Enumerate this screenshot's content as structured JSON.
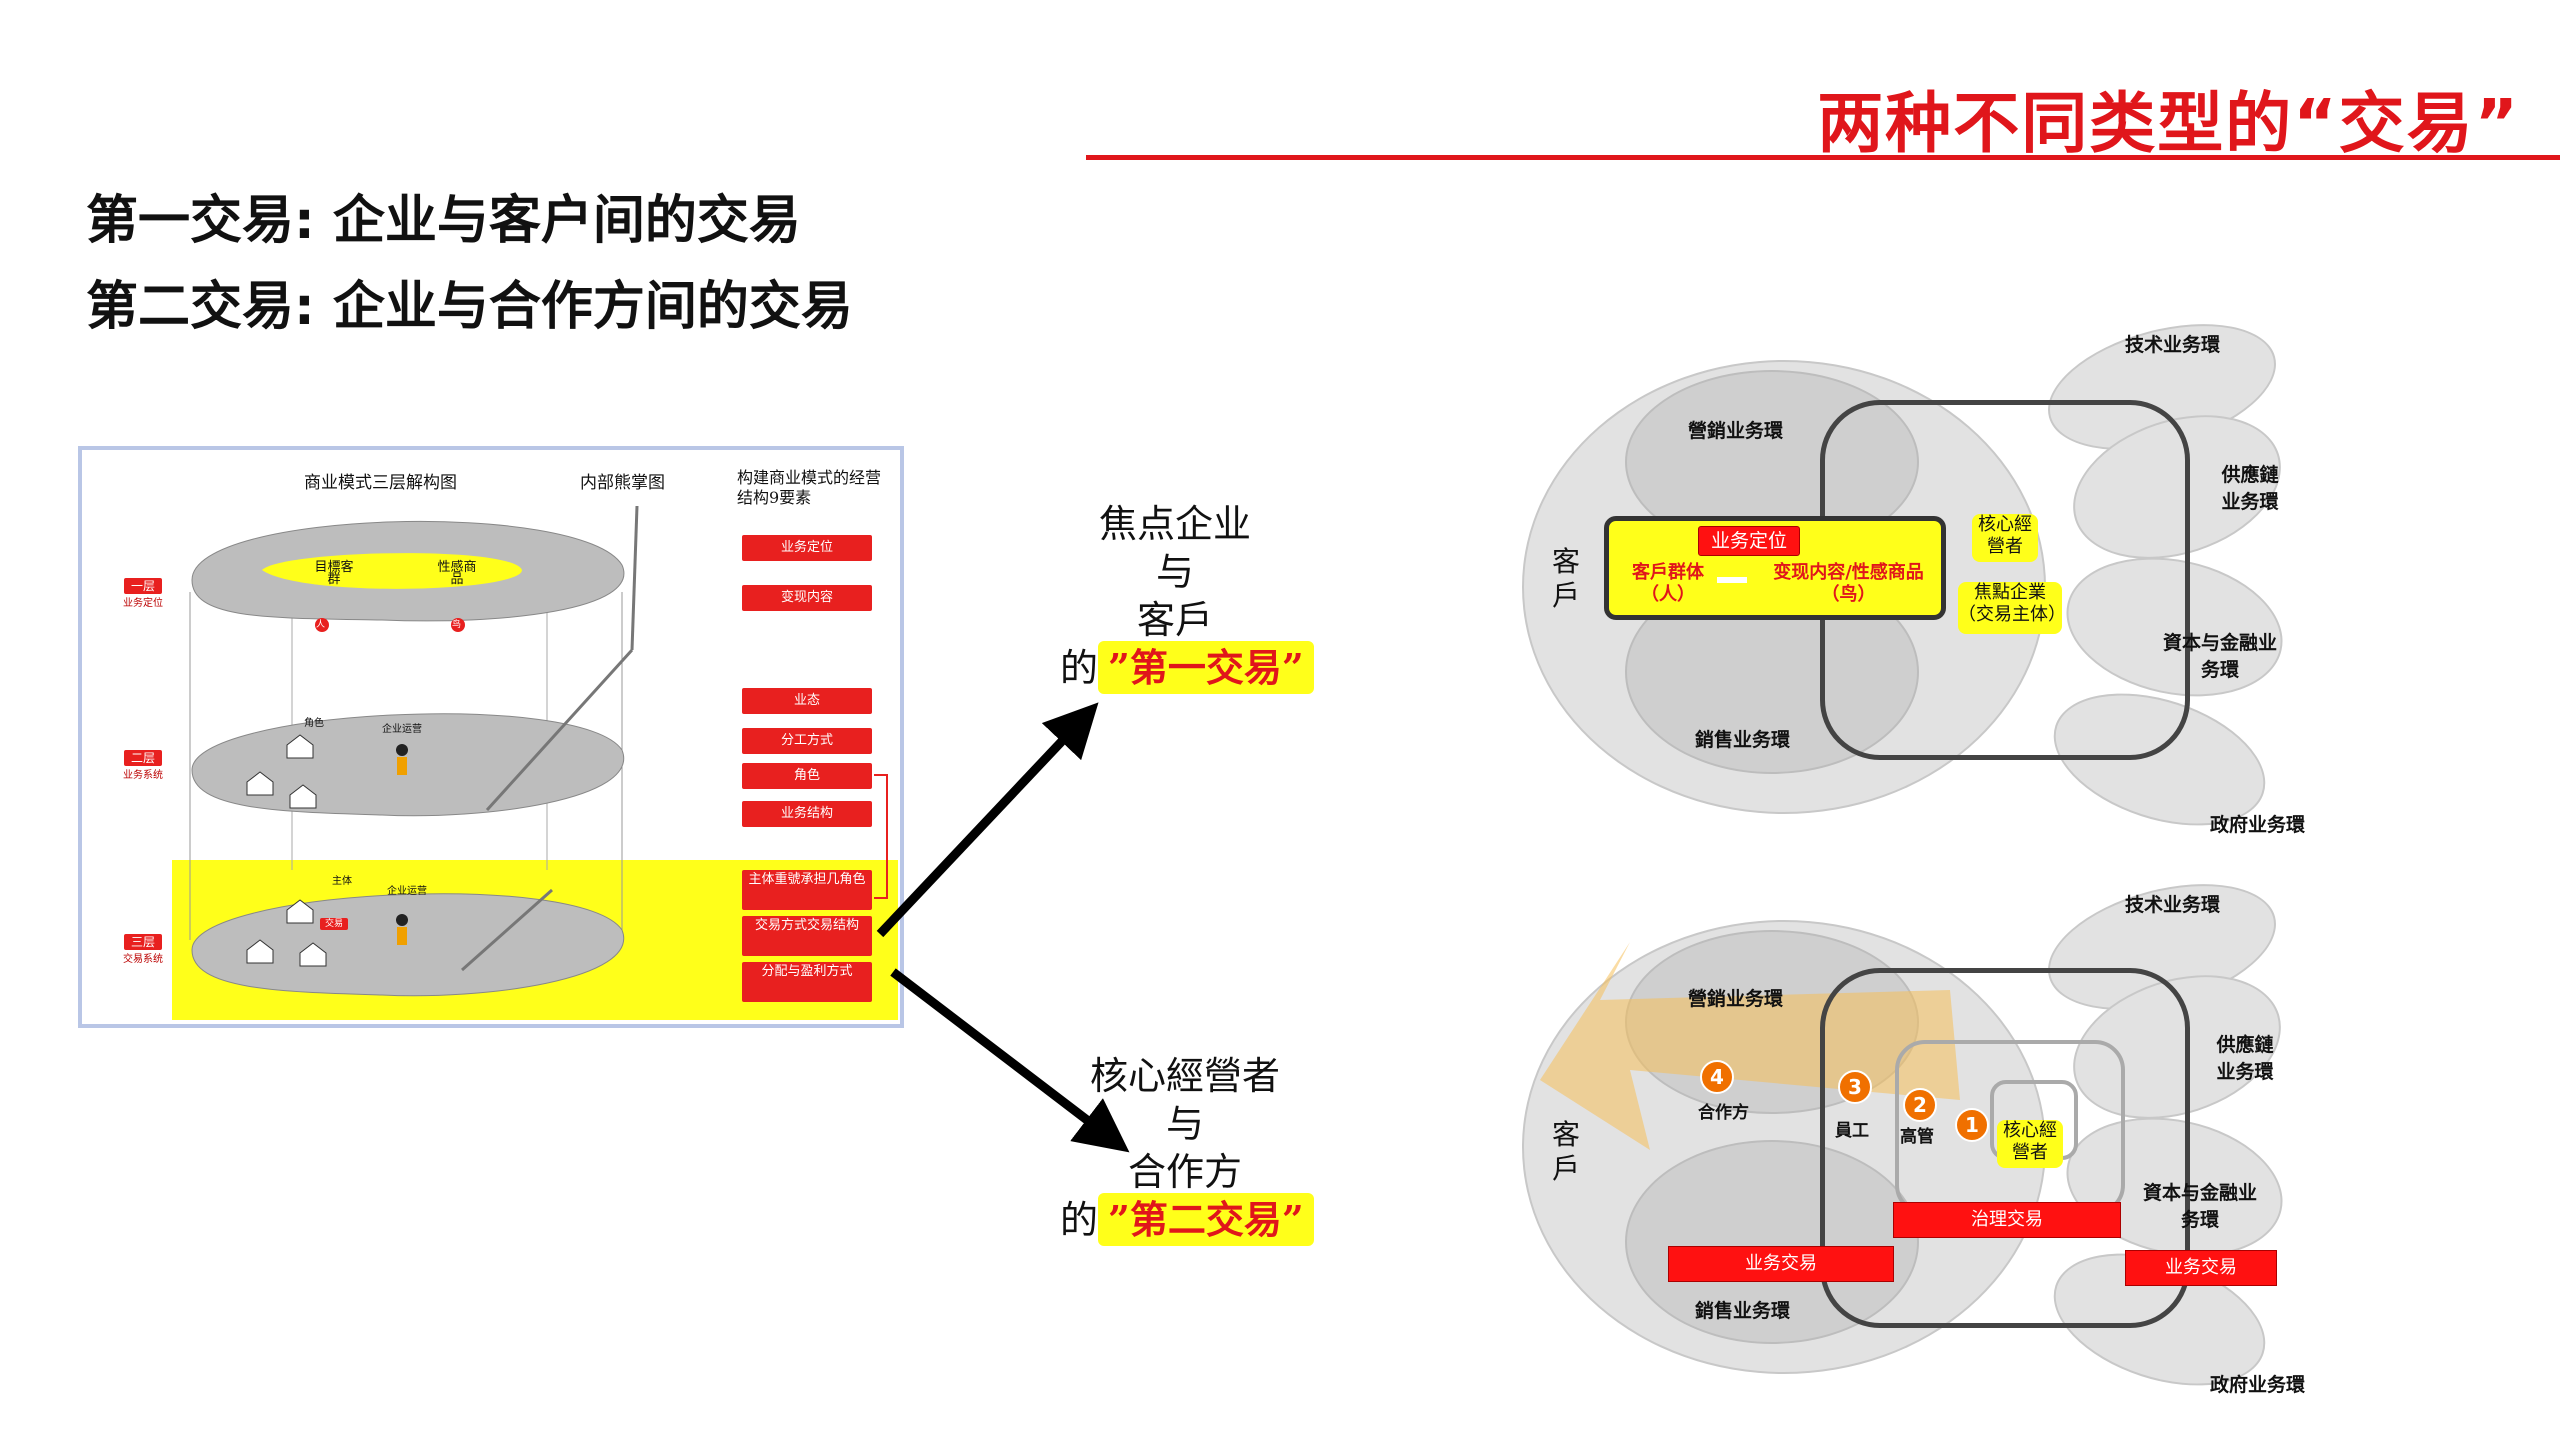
{
  "slide_title": "两种不同类型的“交易”",
  "headline1": "第一交易: 企业与客户间的交易",
  "headline2": "第二交易: 企业与合作方间的交易",
  "left_diagram": {
    "header1": "商业模式三层解构图",
    "header2": "内部熊掌图",
    "header3": "构建商业模式的经营结构9要素",
    "layer1_tag": "一层",
    "layer1_sub": "业务定位",
    "layer2_tag": "二层",
    "layer2_sub": "业务系统",
    "layer3_tag": "三层",
    "layer3_sub": "交易系统",
    "top_left": "目標客群",
    "top_right": "性感商品",
    "top_dot1": "人",
    "top_dot2": "鸟",
    "mid_role": "角色",
    "mid_biz": "企业运营",
    "bot_subject": "主体",
    "bot_biz": "企业运营",
    "bot_trade": "交易",
    "elements": [
      "业务定位",
      "变现内容",
      "业态",
      "分工方式",
      "角色",
      "业务结构",
      "主体重號承担几角色",
      "交易方式交易结构",
      "分配与盈利方式"
    ]
  },
  "mid_top": {
    "line1": "焦点企业",
    "line2": "与",
    "line3": "客戶",
    "prefix": "的",
    "highlight": "”第一交易”"
  },
  "mid_bottom": {
    "line1": "核心經營者",
    "line2": "与",
    "line3": "合作方",
    "prefix": "的",
    "highlight": "”第二交易”"
  },
  "right_top": {
    "tech": "技术业务環",
    "marketing": "營銷业务環",
    "supply": "供應鏈业务環",
    "capital": "資本与金融业务環",
    "sales": "銷售业务環",
    "gov": "政府业务環",
    "customer": "客戶",
    "biz_position": "业务定位",
    "customer_group": "客戶群体（人）",
    "monetize": "变现内容/性感商品（鸟）",
    "core_op": "核心經營者",
    "focus_co": "焦點企業（交易主体）"
  },
  "right_bottom": {
    "tech": "技术业务環",
    "marketing": "營銷业务環",
    "supply": "供應鏈业务環",
    "capital": "資本与金融业务環",
    "sales": "銷售业务環",
    "gov": "政府业务環",
    "customer": "客戶",
    "n4": "4",
    "partner": "合作方",
    "n3": "3",
    "staff": "員工",
    "n2": "2",
    "mgmt": "高管",
    "n1": "1",
    "core_op": "核心經營者",
    "governance": "治理交易",
    "biz_trade_left": "业务交易",
    "biz_trade_right": "业务交易"
  },
  "colors": {
    "accent": "#e0161b",
    "highlight": "#ffff1a",
    "orange": "#f07000"
  }
}
